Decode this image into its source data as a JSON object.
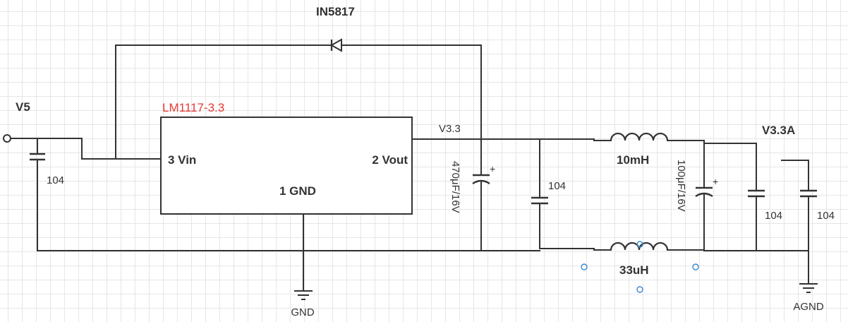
{
  "nets": {
    "input": "V5",
    "output": "V3.3",
    "analog_output": "V3.3A",
    "ground": "GND",
    "analog_ground": "AGND"
  },
  "regulator": {
    "part": "LM1117-3.3",
    "pin_vin": "3 Vin",
    "pin_vout": "2 Vout",
    "pin_gnd": "1 GND"
  },
  "diode": {
    "part": "IN5817"
  },
  "capacitors": {
    "c_in": "104",
    "c_bulk1": "470μF/16V",
    "c_out": "104",
    "c_bulk2": "100μF/16V",
    "c_filter1": "104",
    "c_filter2": "104"
  },
  "inductors": {
    "l1": "10mH",
    "l2": "33uH"
  },
  "colors": {
    "wire": "#333333",
    "part_label": "#e53935",
    "selection_handle": "#3a86d8",
    "grid": "#e6e6e6"
  }
}
